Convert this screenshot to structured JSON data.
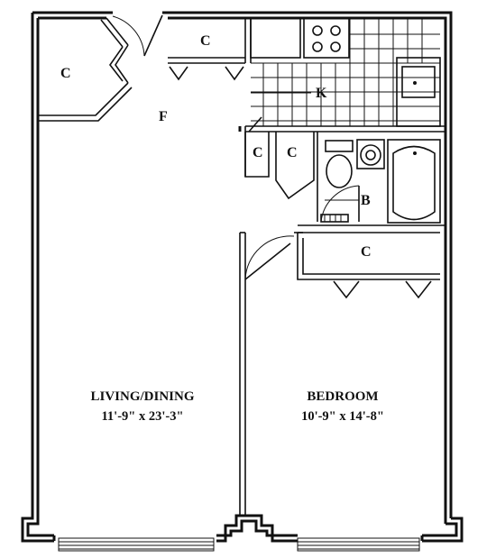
{
  "rooms": {
    "living": {
      "name": "LIVING/DINING",
      "dims": "11'-9\" x 23'-3\""
    },
    "bedroom": {
      "name": "BEDROOM",
      "dims": "10'-9\" x 14'-8\""
    }
  },
  "labels": {
    "closet": "C",
    "foyer": "F",
    "kitchen": "K",
    "bath": "B"
  }
}
